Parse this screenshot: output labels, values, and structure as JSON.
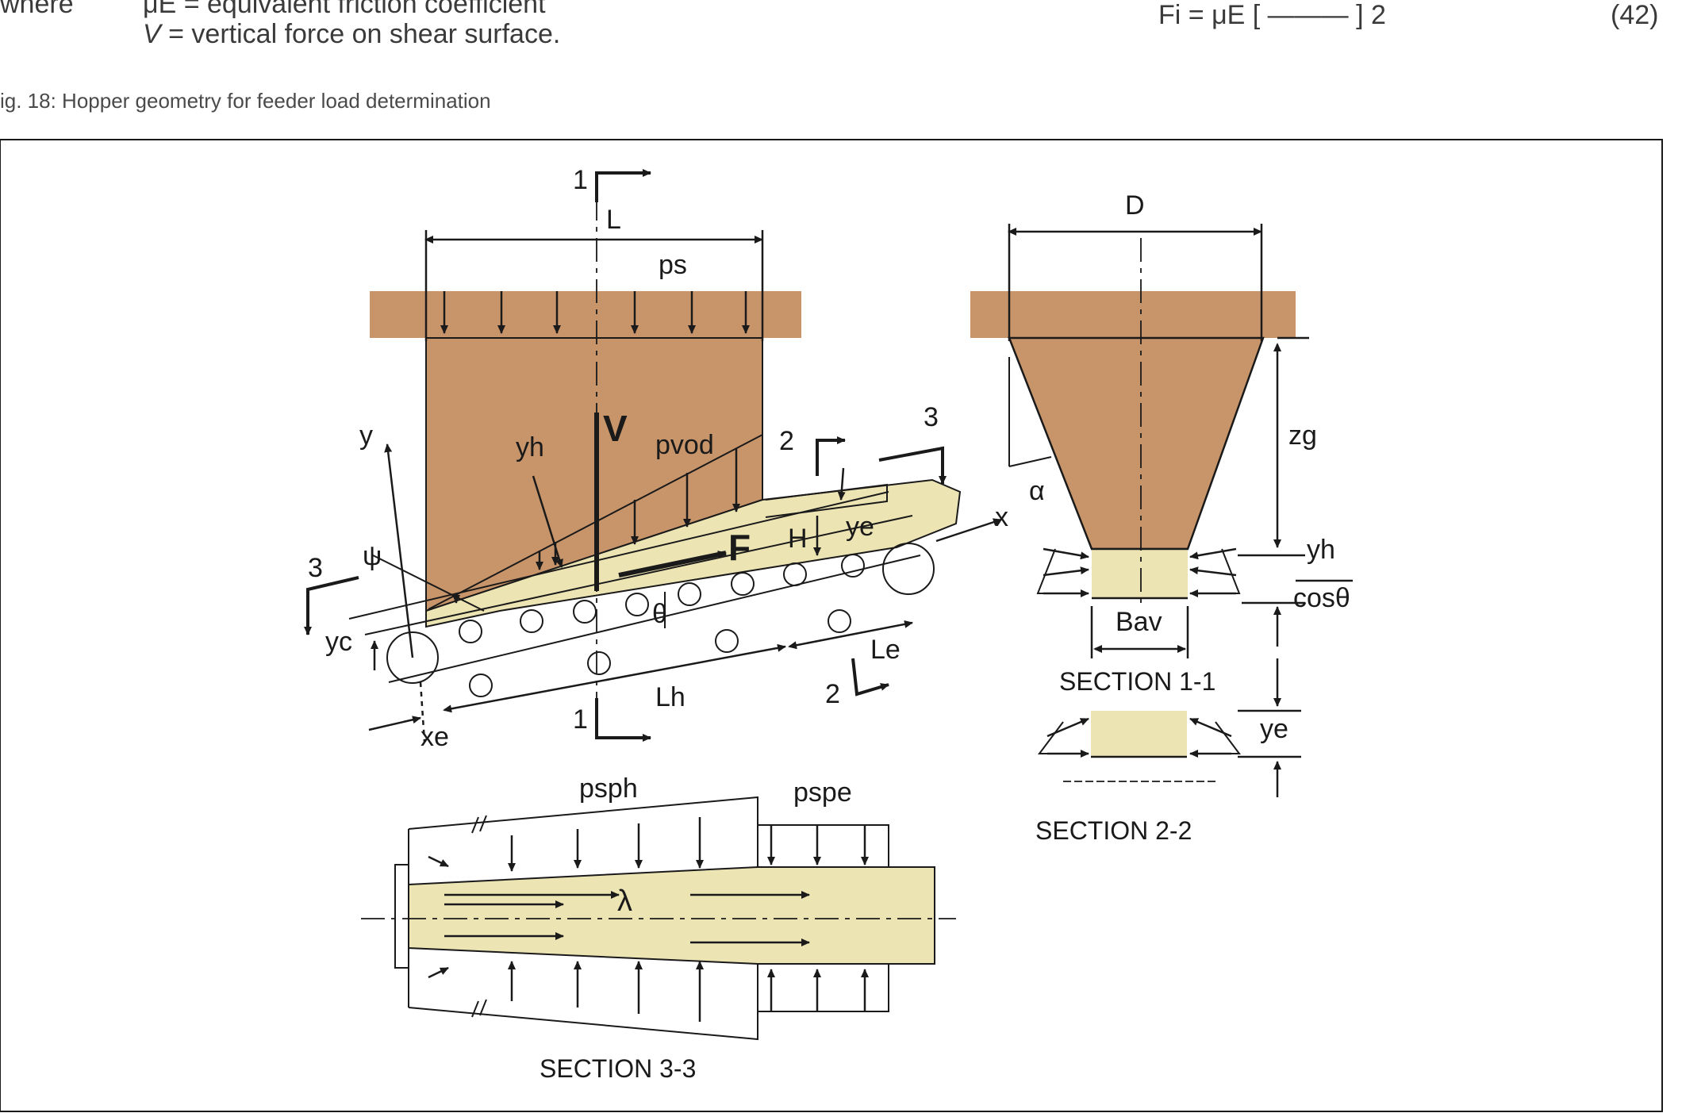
{
  "header": {
    "where_word": "where",
    "coef_line": "μE = equivalent friction coefficient",
    "vforce_var": "V",
    "vforce_text": " =  vertical force on shear surface.",
    "equation": "Fi = μE [ ——— ]  2",
    "eq_number": "(42)"
  },
  "figure": {
    "caption": "ig. 18:   Hopper geometry for feeder load determination",
    "labels": {
      "L": "L",
      "ps": "ps",
      "V": "V",
      "yh": "yh",
      "pvod": "pvod",
      "F": "F",
      "H": "H",
      "ye": "ye",
      "x": "x",
      "y": "y",
      "psi": "ψ",
      "theta": "θ",
      "yc": "yc",
      "xe": "xe",
      "Lh": "Lh",
      "Le": "Le",
      "sec1_top": "1",
      "sec1_bottom": "1",
      "sec2_top": "2",
      "sec2_bottom": "2",
      "sec3_left": "3",
      "sec3_right": "3",
      "D": "D",
      "zg": "zg",
      "alpha": "α",
      "yh_right": "yh",
      "cos_theta": "cosθ",
      "Bav": "Bav",
      "ye_right": "ye",
      "section11": "SECTION 1-1",
      "section22": "SECTION 2-2",
      "section33": "SECTION 3-3",
      "psph": "psph",
      "pspe": "pspe",
      "lambda": "λ"
    },
    "colors": {
      "bin": "#c8956a",
      "hopper": "#d4a47a",
      "cream": "#ede4b4",
      "line": "#1a1a1a"
    }
  }
}
